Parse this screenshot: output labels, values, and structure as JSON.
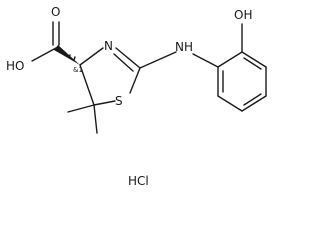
{
  "molecule": {
    "labels": {
      "carboxyl_oh": "HO",
      "carbonyl_o": "O",
      "ring_n": "N",
      "amine_nh": "NH",
      "ring_s": "S",
      "phenol_oh": "OH",
      "stereo_tag": "&1",
      "salt": "HCl"
    }
  }
}
